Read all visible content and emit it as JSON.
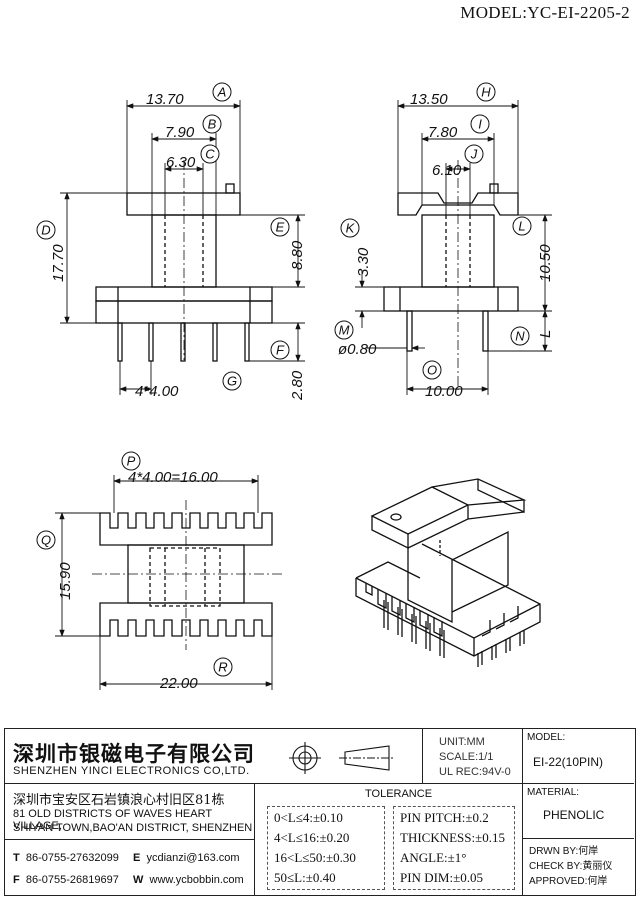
{
  "model_title": "MODEL:YC-EI-2205-2",
  "dimensions": {
    "A": "13.70",
    "B": "7.90",
    "C": "6.30",
    "D": "17.70",
    "E": "8.80",
    "F": "2.80",
    "G": "4*4.00",
    "H": "13.50",
    "I": "7.80",
    "J": "6.10",
    "K": "3.30",
    "L": "10.50",
    "M": "ø0.80",
    "N": "L",
    "O": "10.00",
    "P": "4*4.00=16.00",
    "Q": "15.90",
    "R": "22.00"
  },
  "callouts": [
    "A",
    "B",
    "C",
    "D",
    "E",
    "F",
    "G",
    "H",
    "I",
    "J",
    "K",
    "L",
    "M",
    "N",
    "O",
    "P",
    "Q",
    "R"
  ],
  "company": {
    "name_cn": "深圳市银磁电子有限公司",
    "name_en": "SHENZHEN YINCI ELECTRONICS CO,LTD.",
    "address_cn": "深圳市宝安区石岩镇浪心村旧区81栋",
    "address_en_1": "81 OLD DISTRICTS OF WAVES HEART VILLAGE,",
    "address_en_2": "SHIYAN TOWN,BAO'AN DISTRICT, SHENZHEN",
    "tel_label": "T",
    "tel": "86-0755-27632099",
    "fax_label": "F",
    "fax": "86-0755-26819697",
    "email_label": "E",
    "email": "ycdianzi@163.com",
    "web_label": "W",
    "web": "www.ycbobbin.com"
  },
  "specs": {
    "unit": "UNIT:MM",
    "scale": "SCALE:1/1",
    "ul": "UL REC:94V-0"
  },
  "model_box": {
    "label": "MODEL:",
    "value": "EI-22(10PIN)"
  },
  "material_box": {
    "label": "MATERIAL:",
    "value": "PHENOLIC"
  },
  "tolerance": {
    "title": "TOLERANCE",
    "left": [
      "0<L≤4:±0.10",
      "4<L≤16:±0.20",
      "16<L≤50:±0.30",
      "50≤L:±0.40"
    ],
    "right": [
      "PIN PITCH:±0.2",
      "THICKNESS:±0.15",
      "ANGLE:±1°",
      "PIN DIM:±0.05"
    ]
  },
  "approvals": {
    "drawn": "DRWN BY:何岸",
    "check": "CHECK BY:黄丽仪",
    "approved": "APPROVED:何岸"
  }
}
